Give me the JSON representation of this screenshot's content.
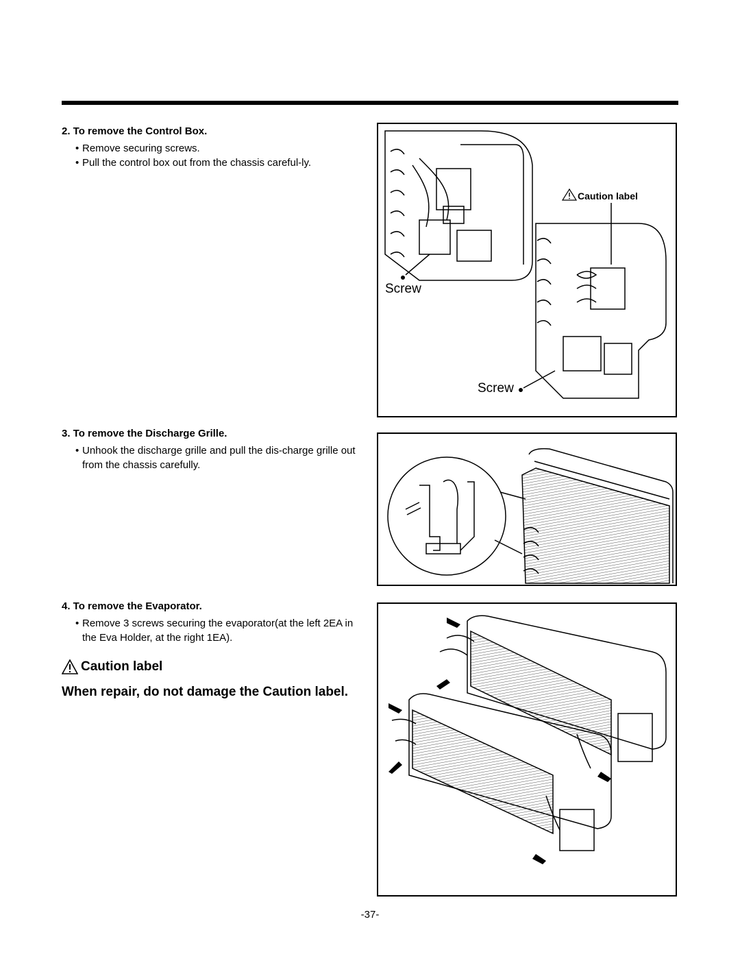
{
  "sections": [
    {
      "title": "2. To remove the Control Box.",
      "bullets": [
        "Remove securing screws.",
        "Pull the control box out from the chassis careful-ly."
      ]
    },
    {
      "title": "3. To remove the Discharge Grille.",
      "bullets": [
        "Unhook the discharge grille and pull the dis-charge grille out from the chassis carefully."
      ]
    },
    {
      "title": "4. To remove the Evaporator.",
      "bullets": [
        "Remove 3 screws securing the evaporator(at the left 2EA in the Eva Holder, at the right 1EA)."
      ]
    }
  ],
  "figure1": {
    "caution_label": "Caution label",
    "screw_label_1": "Screw",
    "screw_label_2": "Screw"
  },
  "caution": {
    "title": "Caution label",
    "note": "When repair, do not damage the Caution label."
  },
  "page_number": "-37-"
}
